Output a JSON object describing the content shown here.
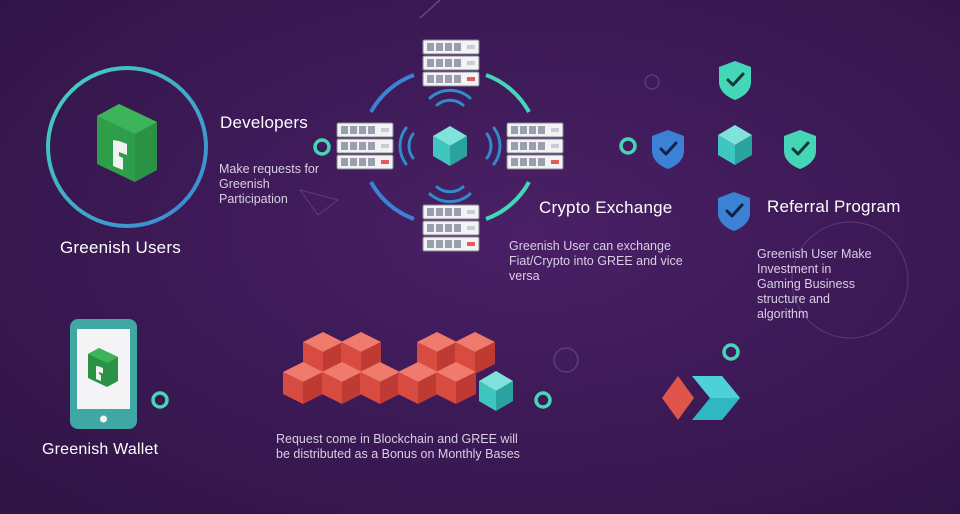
{
  "nodes": {
    "users": {
      "label": "Greenish Users"
    },
    "developers": {
      "label": "Developers",
      "desc": "Make requests for Greenish Participation"
    },
    "exchange": {
      "label": "Crypto Exchange",
      "desc": "Greenish User can exchange Fiat/Crypto into GREE and vice versa"
    },
    "referral": {
      "label": "Referral Program",
      "desc": "Greenish User Make Investment in Gaming Business structure and algorithm"
    },
    "wallet": {
      "label": "Greenish Wallet"
    },
    "blockchain": {
      "desc": "Request come in Blockchain and GREE will be distributed as a Bonus on Monthly Bases"
    }
  },
  "colors": {
    "background": "#3c1a55",
    "accent_teal": "#45d6b8",
    "accent_blue": "#3b82d6",
    "logo_green": "#2e9e4a",
    "block_red": "#e0554a",
    "cube_teal": "#3fc6bf"
  },
  "icons": [
    "g-logo-icon",
    "server-icon",
    "cube-icon",
    "shield-check-icon",
    "phone-icon",
    "brand-logo-icon"
  ]
}
